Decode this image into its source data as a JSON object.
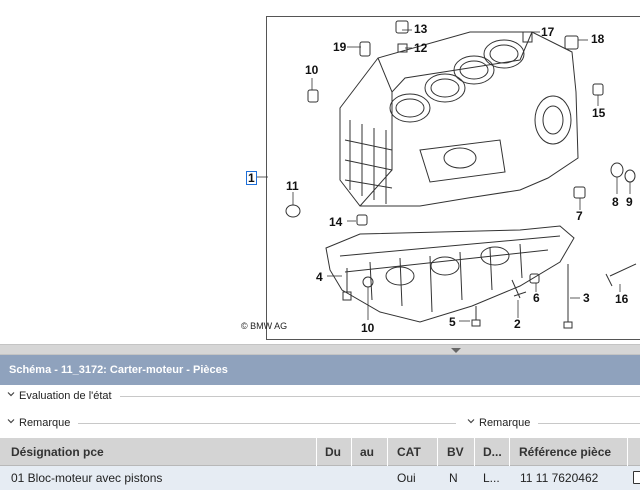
{
  "diagram": {
    "selected_callout": "1",
    "copyright": "© BMW AG",
    "callouts": [
      {
        "label": "1"
      },
      {
        "label": "2"
      },
      {
        "label": "3"
      },
      {
        "label": "4"
      },
      {
        "label": "5"
      },
      {
        "label": "6"
      },
      {
        "label": "7"
      },
      {
        "label": "8"
      },
      {
        "label": "9"
      },
      {
        "label": "10"
      },
      {
        "label": "10"
      },
      {
        "label": "11"
      },
      {
        "label": "12"
      },
      {
        "label": "13"
      },
      {
        "label": "14"
      },
      {
        "label": "15"
      },
      {
        "label": "16"
      },
      {
        "label": "17"
      },
      {
        "label": "18"
      },
      {
        "label": "19"
      }
    ]
  },
  "panel": {
    "title": "Schéma - 11_3172: Carter-moteur - Pièces"
  },
  "sections": {
    "evaluation": "Evaluation de l'état",
    "remarque_left": "Remarque",
    "remarque_right": "Remarque"
  },
  "table": {
    "headers": {
      "designation": "Désignation pce",
      "du": "Du",
      "au": "au",
      "cat": "CAT",
      "bv": "BV",
      "d": "D...",
      "reference": "Référence pièce"
    },
    "rows": [
      {
        "designation": "01 Bloc-moteur avec pistons",
        "du": "",
        "au": "",
        "cat": "Oui",
        "bv": "N",
        "d": "L...",
        "reference": "11 11 7620462"
      }
    ]
  }
}
